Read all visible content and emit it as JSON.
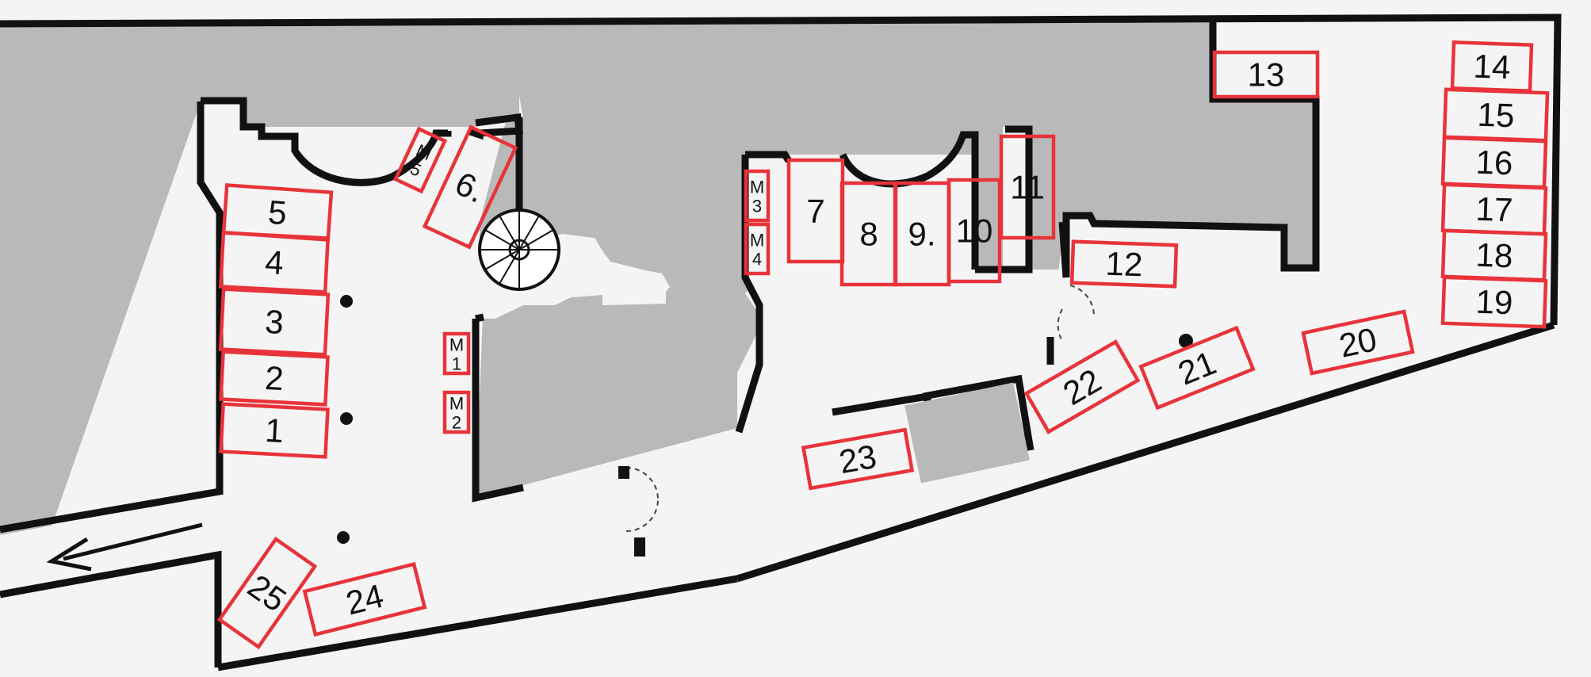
{
  "map": {
    "stalls": [
      {
        "id": "1",
        "label": "1"
      },
      {
        "id": "2",
        "label": "2"
      },
      {
        "id": "3",
        "label": "3"
      },
      {
        "id": "4",
        "label": "4"
      },
      {
        "id": "5",
        "label": "5"
      },
      {
        "id": "6",
        "label": "6."
      },
      {
        "id": "7",
        "label": "7"
      },
      {
        "id": "8",
        "label": "8"
      },
      {
        "id": "9",
        "label": "9."
      },
      {
        "id": "10",
        "label": "10"
      },
      {
        "id": "11",
        "label": "11"
      },
      {
        "id": "12",
        "label": "12"
      },
      {
        "id": "13",
        "label": "13"
      },
      {
        "id": "14",
        "label": "14"
      },
      {
        "id": "15",
        "label": "15"
      },
      {
        "id": "16",
        "label": "16"
      },
      {
        "id": "17",
        "label": "17"
      },
      {
        "id": "18",
        "label": "18"
      },
      {
        "id": "19",
        "label": "19"
      },
      {
        "id": "20",
        "label": "20"
      },
      {
        "id": "21",
        "label": "21"
      },
      {
        "id": "22",
        "label": "22"
      },
      {
        "id": "23",
        "label": "23"
      },
      {
        "id": "24",
        "label": "24"
      },
      {
        "id": "25",
        "label": "25"
      }
    ],
    "small_stalls": [
      {
        "id": "M1",
        "line1": "M",
        "line2": "1"
      },
      {
        "id": "M2",
        "line1": "M",
        "line2": "2"
      },
      {
        "id": "M3",
        "line1": "M",
        "line2": "3"
      },
      {
        "id": "M4",
        "line1": "M",
        "line2": "4"
      },
      {
        "id": "M5",
        "line1": "M",
        "line2": "5"
      }
    ],
    "colors": {
      "stall_outline": "#e8333a",
      "wall": "#111111",
      "building_mass": "#b9b9b9",
      "floor": "#f4f4f4"
    },
    "exit_arrow_icon": "arrow-left-icon",
    "stair_icon": "spiral-staircase-icon"
  }
}
